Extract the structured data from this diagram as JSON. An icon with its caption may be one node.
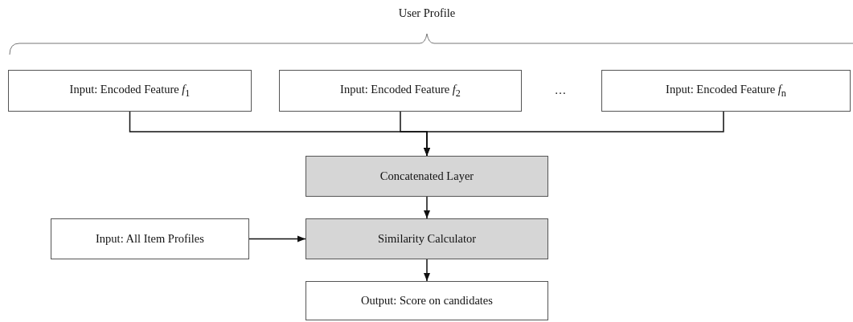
{
  "diagram": {
    "nodes": [
      {
        "text": [
          "Input: Encoded Feature *f*$_{1}$"
        ]
      },
      {
        "text": [
          "Input: Encoded Feature *f*$_{2}$"
        ]
      },
      {
        "text": [
          "Input: Encoded Feature *f*$_{n}$"
        ]
      },
      {
        "text": [
          "Concatenated Layer"
        ]
      },
      {
        "text": [
          "Input: All Item Profiles"
        ]
      },
      {
        "text": [
          "Similarity Calculator"
        ]
      },
      {
        "text": [
          "Output: Score on candidates"
        ]
      }
    ],
    "edges": [
      {
        "from": 0,
        "to": 3,
        "arrow": "to"
      },
      {
        "from": 1,
        "to": 3,
        "arrow": "to"
      },
      {
        "from": 2,
        "to": 3,
        "arrow": "to"
      },
      {
        "from": 3,
        "to": 5,
        "arrow": "to"
      },
      {
        "from": 4,
        "to": 5,
        "arrow": "to"
      },
      {
        "from": 5,
        "to": 6,
        "arrow": "to"
      }
    ],
    "labels": [
      "User Profile",
      "…"
    ]
  }
}
